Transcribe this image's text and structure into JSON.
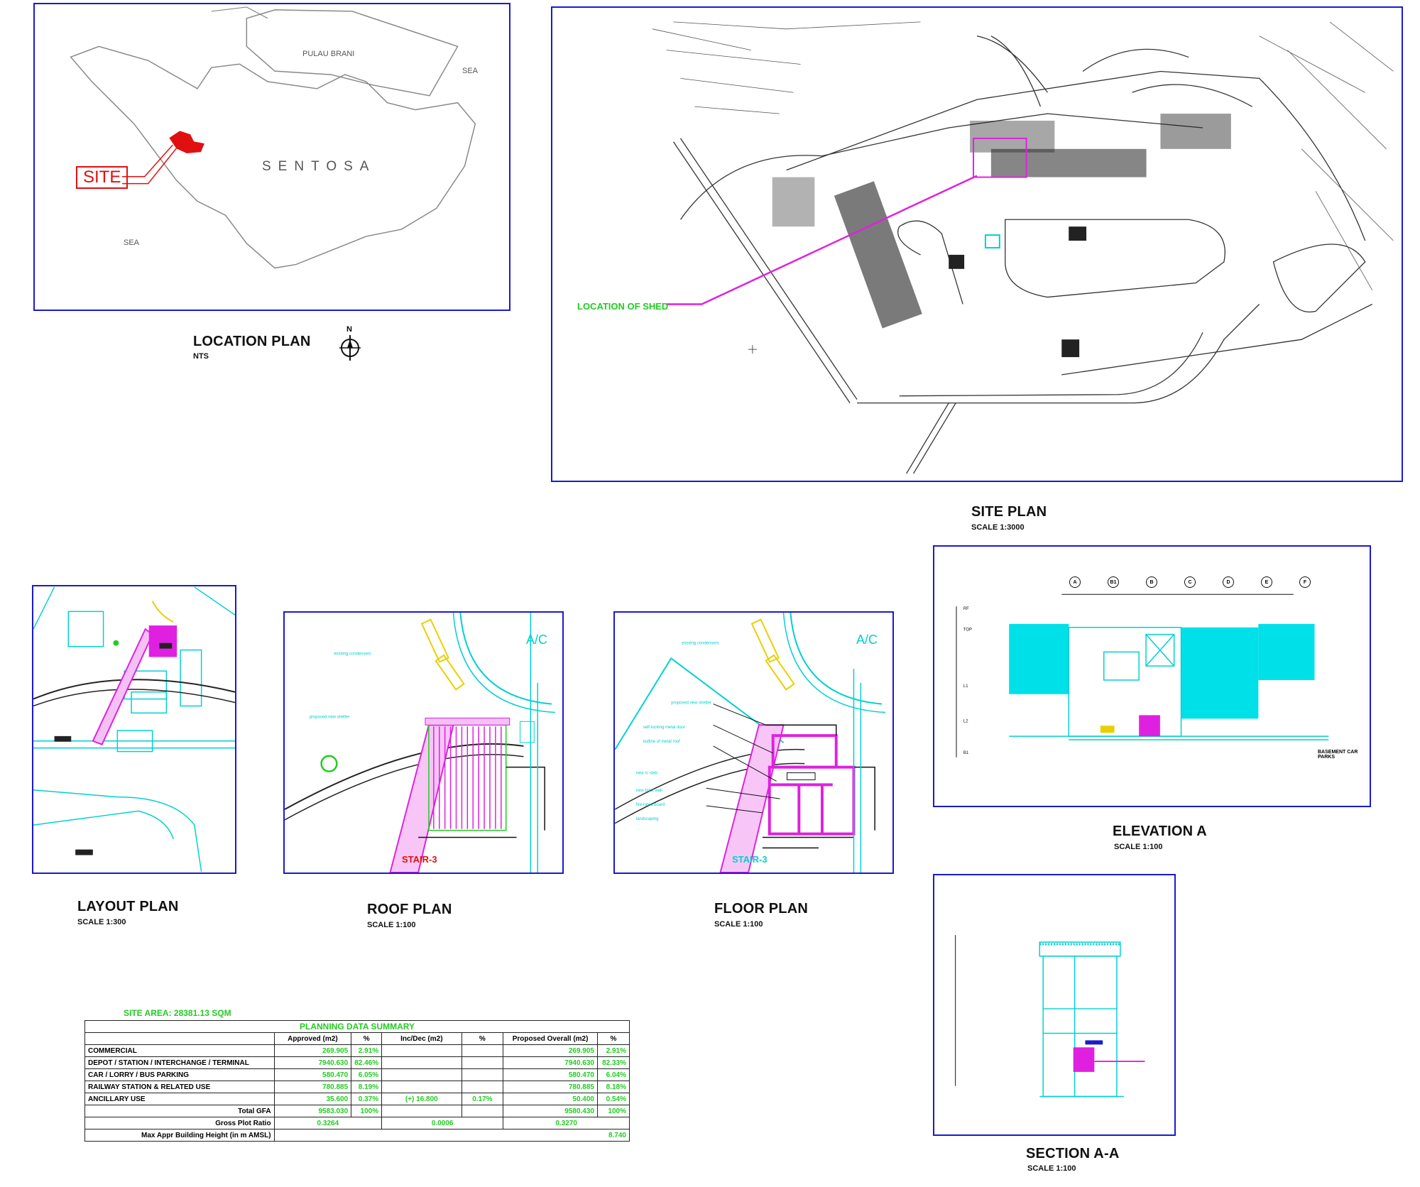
{
  "location_plan": {
    "title": "LOCATION PLAN",
    "scale": "NTS",
    "labels": {
      "island": "SENTOSA",
      "pulau_brani": "PULAU BRANI",
      "sea_east": "SEA",
      "sea_south": "SEA",
      "site": "SITE",
      "north": "N"
    }
  },
  "site_plan": {
    "title": "SITE PLAN",
    "scale": "SCALE 1:3000",
    "callout": "LOCATION OF SHED"
  },
  "layout_plan": {
    "title": "LAYOUT PLAN",
    "scale": "SCALE 1:300"
  },
  "roof_plan": {
    "title": "ROOF PLAN",
    "scale": "SCALE 1:100",
    "ac_label": "A/C",
    "stair_label": "STAIR-3"
  },
  "floor_plan": {
    "title": "FLOOR PLAN",
    "scale": "SCALE 1:100",
    "ac_label": "A/C",
    "stair_label": "STAIR-3"
  },
  "elevation_a": {
    "title": "ELEVATION A",
    "scale": "SCALE 1:100",
    "grid_labels": [
      "A",
      "B1",
      "B",
      "C",
      "D",
      "E",
      "F"
    ],
    "note": "BASEMENT CAR PARKS"
  },
  "section_aa": {
    "title": "SECTION A-A",
    "scale": "SCALE 1:100"
  },
  "planning_data": {
    "site_area": "SITE AREA: 28381.13 SQM",
    "title": "PLANNING DATA SUMMARY",
    "headers": [
      "",
      "Approved (m2)",
      "%",
      "Inc/Dec (m2)",
      "%",
      "Proposed Overall (m2)",
      "%"
    ],
    "rows": [
      {
        "label": "COMMERCIAL",
        "approved": "269.905",
        "approved_pct": "2.91%",
        "incdec": "",
        "incdec_pct": "",
        "proposed": "269.905",
        "proposed_pct": "2.91%"
      },
      {
        "label": "DEPOT / STATION / INTERCHANGE / TERMINAL",
        "approved": "7940.630",
        "approved_pct": "82.46%",
        "incdec": "",
        "incdec_pct": "",
        "proposed": "7940.630",
        "proposed_pct": "82.33%"
      },
      {
        "label": "CAR / LORRY / BUS PARKING",
        "approved": "580.470",
        "approved_pct": "6.05%",
        "incdec": "",
        "incdec_pct": "",
        "proposed": "580.470",
        "proposed_pct": "6.04%"
      },
      {
        "label": "RAILWAY STATION & RELATED USE",
        "approved": "780.885",
        "approved_pct": "8.19%",
        "incdec": "",
        "incdec_pct": "",
        "proposed": "780.885",
        "proposed_pct": "8.18%"
      },
      {
        "label": "ANCILLARY USE",
        "approved": "35.600",
        "approved_pct": "0.37%",
        "incdec": "(+) 16.800",
        "incdec_pct": "0.17%",
        "proposed": "50.400",
        "proposed_pct": "0.54%"
      }
    ],
    "total_gfa": {
      "label": "Total GFA",
      "approved": "9583.030",
      "approved_pct": "100%",
      "proposed": "9580.430",
      "proposed_pct": "100%"
    },
    "gross_plot_ratio": {
      "label": "Gross Plot Ratio",
      "approved": "0.3264",
      "incdec": "0.0006",
      "proposed": "0.3270"
    },
    "max_height": {
      "label": "Max Appr Building Height (in m AMSL)",
      "value": "8.740"
    }
  }
}
